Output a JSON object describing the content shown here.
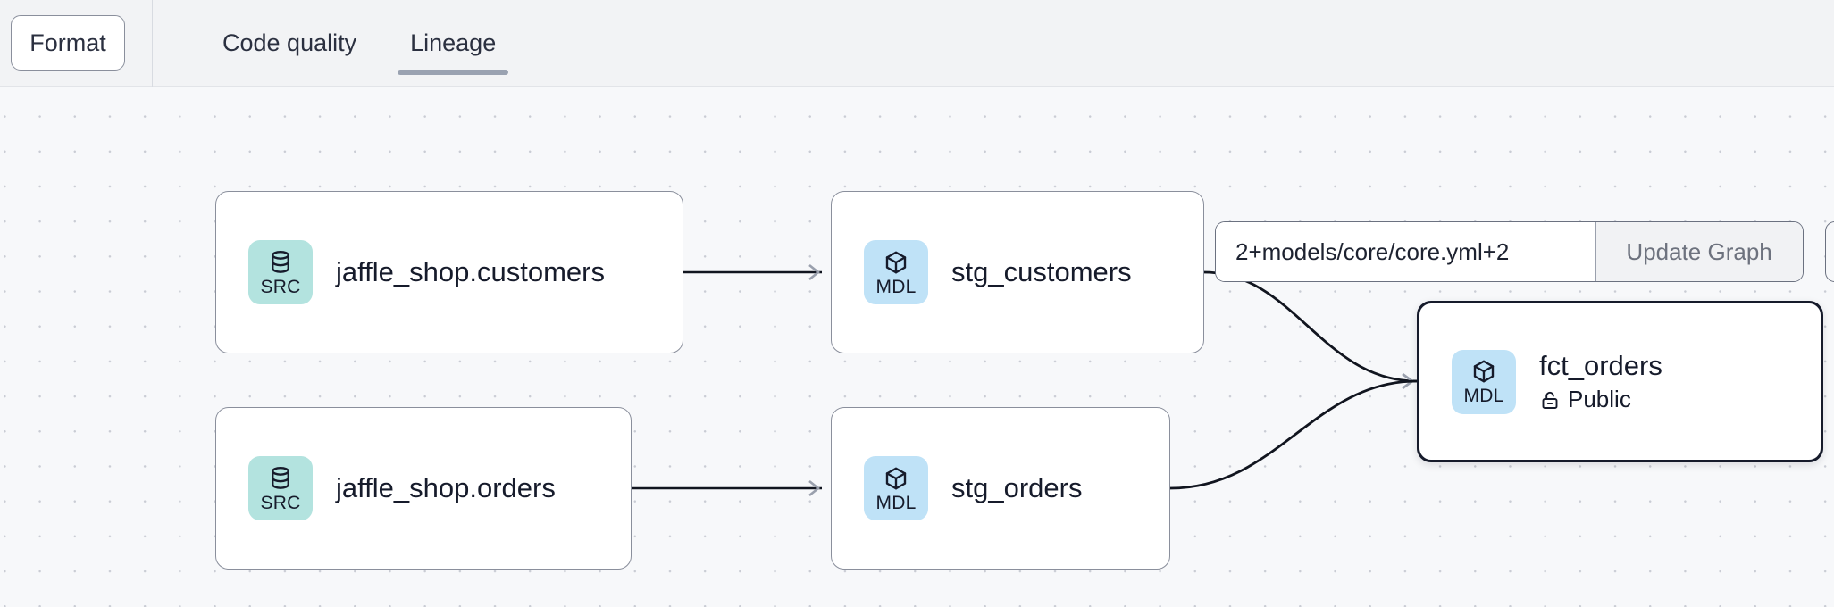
{
  "toolbar": {
    "format_label": "Format",
    "tabs": [
      {
        "label": "Code quality",
        "active": false
      },
      {
        "label": "Lineage",
        "active": true
      }
    ]
  },
  "graph_control": {
    "selector_value": "2+models/core/core.yml+2",
    "selector_placeholder": "dbt selector",
    "update_label": "Update Graph"
  },
  "lineage": {
    "nodes": [
      {
        "id": "jaffle_shop_customers",
        "kind": "SRC",
        "icon": "database-icon",
        "title": "jaffle_shop.customers",
        "subtitle": "",
        "selected": false
      },
      {
        "id": "jaffle_shop_orders",
        "kind": "SRC",
        "icon": "database-icon",
        "title": "jaffle_shop.orders",
        "subtitle": "",
        "selected": false
      },
      {
        "id": "stg_customers",
        "kind": "MDL",
        "icon": "cube-icon",
        "title": "stg_customers",
        "subtitle": "",
        "selected": false
      },
      {
        "id": "stg_orders",
        "kind": "MDL",
        "icon": "cube-icon",
        "title": "stg_orders",
        "subtitle": "",
        "selected": false
      },
      {
        "id": "fct_orders",
        "kind": "MDL",
        "icon": "cube-icon",
        "title": "fct_orders",
        "subtitle": "Public",
        "subtitle_icon": "unlock-icon",
        "selected": true
      }
    ],
    "edges": [
      {
        "from": "jaffle_shop_customers",
        "to": "stg_customers"
      },
      {
        "from": "jaffle_shop_orders",
        "to": "stg_orders"
      },
      {
        "from": "stg_customers",
        "to": "fct_orders"
      },
      {
        "from": "stg_orders",
        "to": "fct_orders"
      }
    ]
  },
  "colors": {
    "src_badge": "#b3e3df",
    "mdl_badge": "#bfe2f7",
    "node_border": "#8a8f9c",
    "selected_border": "#161b2b",
    "canvas_bg": "#f7f8fa",
    "dot_grid": "#c9ccd4",
    "tab_underline": "#9aa2b1",
    "edge_line": "#11151f"
  }
}
